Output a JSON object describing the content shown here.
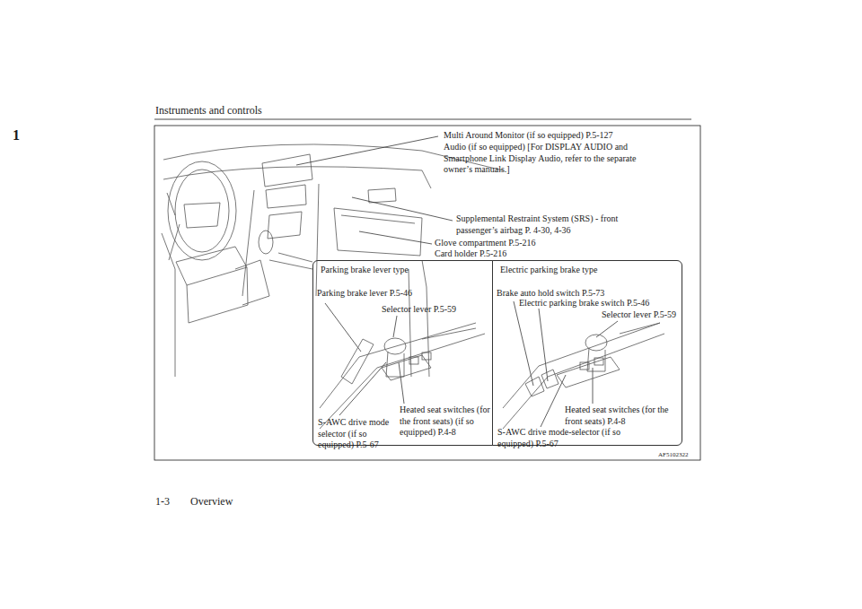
{
  "diagram": {
    "title": "Instruments and controls",
    "nodes": [
      {
        "text": [
          "Parking brake lever type"
        ]
      },
      {
        "text": [
          "Electric parking brake type"
        ]
      }
    ],
    "edges": [],
    "labels": [
      "1",
      "1-3",
      "Overview",
      "Multi Around Monitor (if so equipped) P.5-127",
      "Audio (if so equipped) [For DISPLAY AUDIO and Smartphone Link Display Audio, refer to the separate owner’s manuals.]",
      "Supplemental Restraint System (SRS) - front passenger’s airbag P. 4-30, 4-36",
      "Glove compartment P.5-216",
      "Card holder P.5-216",
      "Parking brake lever P.5-46",
      "Selector lever P.5-59",
      "Heated seat switches (for the front seats) (if so equipped) P.4-8",
      "S-AWC drive mode selector (if so equipped) P.5-67",
      "Brake auto hold switch P.5-73",
      "Electric parking brake switch P.5-46",
      "Selector lever P.5-59",
      "Heated seat switches (for the front seats) P.4-8",
      "S-AWC drive mode-selector (if so equipped) P.5-67",
      "AF5102322"
    ]
  }
}
